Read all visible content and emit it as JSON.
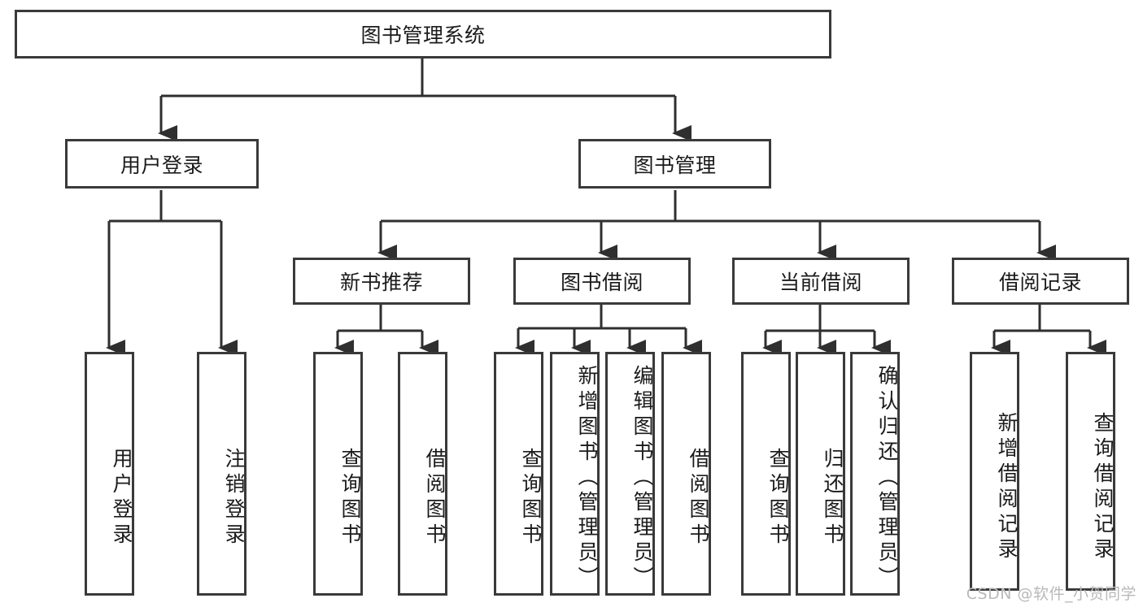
{
  "diagram": {
    "title": "图书管理系统",
    "watermark": "CSDN @软件_小贺同学",
    "root": {
      "label": "图书管理系统"
    },
    "level1": [
      {
        "label": "用户登录"
      },
      {
        "label": "图书管理"
      }
    ],
    "level2": [
      {
        "label": "新书推荐"
      },
      {
        "label": "图书借阅"
      },
      {
        "label": "当前借阅"
      },
      {
        "label": "借阅记录"
      }
    ],
    "leaves": {
      "user_login": [
        {
          "label": "用户登录"
        },
        {
          "label": "注销登录"
        }
      ],
      "new_book": [
        {
          "label": "查询图书"
        },
        {
          "label": "借阅图书"
        }
      ],
      "book_borrow": [
        {
          "label": "查询图书"
        },
        {
          "label": "新增图书（管理员）"
        },
        {
          "label": "编辑图书（管理员）"
        },
        {
          "label": "借阅图书"
        }
      ],
      "current_borrow": [
        {
          "label": "查询图书"
        },
        {
          "label": "归还图书"
        },
        {
          "label": "确认归还（管理员）"
        }
      ],
      "borrow_record": [
        {
          "label": "新增借阅记录"
        },
        {
          "label": "查询借阅记录"
        }
      ]
    }
  },
  "colors": {
    "stroke": "#3a3a3a",
    "text": "#1b1b1b",
    "background": "#ffffff",
    "watermark": "#b9b9b9"
  }
}
